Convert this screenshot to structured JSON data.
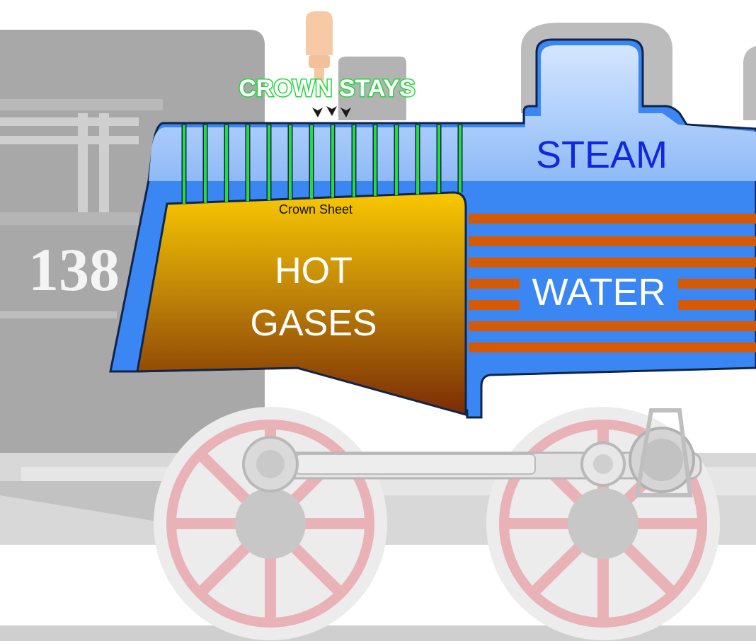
{
  "labels": {
    "crown_stays": "CROWN STAYS",
    "crown_sheet": "Crown Sheet",
    "steam": "STEAM",
    "water": "WATER",
    "hot": "HOT",
    "gases": "GASES",
    "cab_number": "138"
  },
  "colors": {
    "crown_stays_stroke": "#22d63a",
    "stay": "#21e03d",
    "steam_text": "#1326e0",
    "water_bg": "#3a86f2",
    "steam_top": "#cfe3ff",
    "steam_bottom": "#7fb0f7",
    "flue": "#d65a05",
    "firebox_top": "#f7c603",
    "firebox_bottom": "#7a2c05",
    "wheel": "#e8b2b6",
    "locomotive_gray": "#c7c7c7",
    "dark_gray": "#a9a9a9"
  },
  "icons": {
    "whistle": "whistle-icon",
    "arrows": "down-arrow-icon"
  }
}
